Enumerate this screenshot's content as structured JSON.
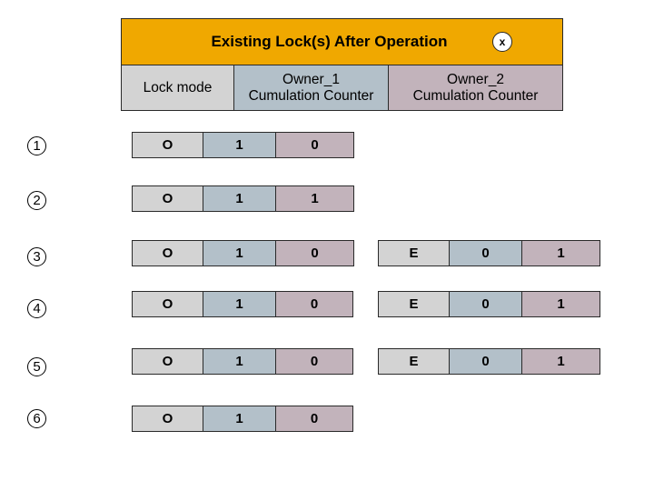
{
  "header": {
    "title": "Existing Lock(s) After Operation",
    "close_label": "x",
    "columns": {
      "lock_mode": "Lock mode",
      "owner1_line1": "Owner_1",
      "owner1_line2": "Cumulation Counter",
      "owner2_line1": "Owner_2",
      "owner2_line2": "Cumulation Counter"
    }
  },
  "rows": [
    {
      "step": "1",
      "locks": [
        {
          "mode": "O",
          "owner1": "1",
          "owner2": "0"
        }
      ]
    },
    {
      "step": "2",
      "locks": [
        {
          "mode": "O",
          "owner1": "1",
          "owner2": "1"
        }
      ]
    },
    {
      "step": "3",
      "locks": [
        {
          "mode": "O",
          "owner1": "1",
          "owner2": "0"
        },
        {
          "mode": "E",
          "owner1": "0",
          "owner2": "1"
        }
      ]
    },
    {
      "step": "4",
      "locks": [
        {
          "mode": "O",
          "owner1": "1",
          "owner2": "0"
        },
        {
          "mode": "E",
          "owner1": "0",
          "owner2": "1"
        }
      ]
    },
    {
      "step": "5",
      "locks": [
        {
          "mode": "O",
          "owner1": "1",
          "owner2": "0"
        },
        {
          "mode": "E",
          "owner1": "0",
          "owner2": "1"
        }
      ]
    },
    {
      "step": "6",
      "locks": [
        {
          "mode": "O",
          "owner1": "1",
          "owner2": "0"
        }
      ]
    }
  ]
}
